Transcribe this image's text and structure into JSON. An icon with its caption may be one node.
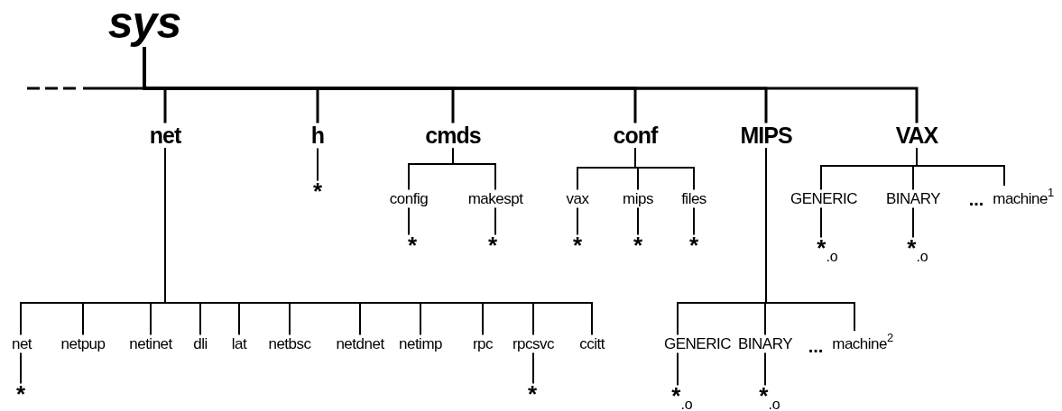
{
  "diagram": {
    "nodes": [
      {
        "text": [
          "sys"
        ]
      },
      {
        "text": [
          "net"
        ]
      },
      {
        "text": [
          "h"
        ]
      },
      {
        "text": [
          "cmds"
        ]
      },
      {
        "text": [
          "conf"
        ]
      },
      {
        "text": [
          "MIPS"
        ]
      },
      {
        "text": [
          "VAX"
        ]
      },
      {
        "text": [
          "*"
        ]
      },
      {
        "text": [
          "config"
        ]
      },
      {
        "text": [
          "makespt"
        ]
      },
      {
        "text": [
          "*"
        ]
      },
      {
        "text": [
          "*"
        ]
      },
      {
        "text": [
          "vax"
        ]
      },
      {
        "text": [
          "mips"
        ]
      },
      {
        "text": [
          "files"
        ]
      },
      {
        "text": [
          "*"
        ]
      },
      {
        "text": [
          "*"
        ]
      },
      {
        "text": [
          "*"
        ]
      },
      {
        "text": [
          "GENERIC"
        ]
      },
      {
        "text": [
          "BINARY"
        ]
      },
      {
        "text": [
          "machine$^{1}$"
        ]
      },
      {
        "text": [
          "*$_{.o}$"
        ]
      },
      {
        "text": [
          "*$_{.o}$"
        ]
      },
      {
        "text": [
          "net"
        ]
      },
      {
        "text": [
          "netpup"
        ]
      },
      {
        "text": [
          "netinet"
        ]
      },
      {
        "text": [
          "dli"
        ]
      },
      {
        "text": [
          "lat"
        ]
      },
      {
        "text": [
          "netbsc"
        ]
      },
      {
        "text": [
          "netdnet"
        ]
      },
      {
        "text": [
          "netimp"
        ]
      },
      {
        "text": [
          "rpc"
        ]
      },
      {
        "text": [
          "rpcsvc"
        ]
      },
      {
        "text": [
          "ccitt"
        ]
      },
      {
        "text": [
          "*"
        ]
      },
      {
        "text": [
          "*"
        ]
      },
      {
        "text": [
          "GENERIC"
        ]
      },
      {
        "text": [
          "BINARY"
        ]
      },
      {
        "text": [
          "machine$^{2}$"
        ]
      },
      {
        "text": [
          "*$_{.o}$"
        ]
      },
      {
        "text": [
          "*$_{.o}$"
        ]
      }
    ],
    "edges": [
      {
        "from": null,
        "to": 0,
        "arrow": "none",
        "style": "dashed"
      },
      {
        "from": 0,
        "to": 1,
        "arrow": "none"
      },
      {
        "from": 0,
        "to": 2,
        "arrow": "none"
      },
      {
        "from": 0,
        "to": 3,
        "arrow": "none"
      },
      {
        "from": 0,
        "to": 4,
        "arrow": "none"
      },
      {
        "from": 0,
        "to": 5,
        "arrow": "none"
      },
      {
        "from": 0,
        "to": 6,
        "arrow": "none"
      },
      {
        "from": 2,
        "to": 7,
        "arrow": "none"
      },
      {
        "from": 3,
        "to": 8,
        "arrow": "none"
      },
      {
        "from": 3,
        "to": 9,
        "arrow": "none"
      },
      {
        "from": 8,
        "to": 10,
        "arrow": "none"
      },
      {
        "from": 9,
        "to": 11,
        "arrow": "none"
      },
      {
        "from": 4,
        "to": 12,
        "arrow": "none"
      },
      {
        "from": 4,
        "to": 13,
        "arrow": "none"
      },
      {
        "from": 4,
        "to": 14,
        "arrow": "none"
      },
      {
        "from": 12,
        "to": 15,
        "arrow": "none"
      },
      {
        "from": 13,
        "to": 16,
        "arrow": "none"
      },
      {
        "from": 14,
        "to": 17,
        "arrow": "none"
      },
      {
        "from": 6,
        "to": 18,
        "arrow": "none"
      },
      {
        "from": 6,
        "to": 19,
        "arrow": "none"
      },
      {
        "from": 6,
        "to": 20,
        "arrow": "none"
      },
      {
        "from": 18,
        "to": 21,
        "arrow": "none"
      },
      {
        "from": 19,
        "to": 22,
        "arrow": "none"
      },
      {
        "from": 1,
        "to": 23,
        "arrow": "none"
      },
      {
        "from": 1,
        "to": 24,
        "arrow": "none"
      },
      {
        "from": 1,
        "to": 25,
        "arrow": "none"
      },
      {
        "from": 1,
        "to": 26,
        "arrow": "none"
      },
      {
        "from": 1,
        "to": 27,
        "arrow": "none"
      },
      {
        "from": 1,
        "to": 28,
        "arrow": "none"
      },
      {
        "from": 1,
        "to": 29,
        "arrow": "none"
      },
      {
        "from": 1,
        "to": 30,
        "arrow": "none"
      },
      {
        "from": 1,
        "to": 31,
        "arrow": "none"
      },
      {
        "from": 1,
        "to": 32,
        "arrow": "none"
      },
      {
        "from": 1,
        "to": 33,
        "arrow": "none"
      },
      {
        "from": 23,
        "to": 34,
        "arrow": "none"
      },
      {
        "from": 32,
        "to": 35,
        "arrow": "none"
      },
      {
        "from": 5,
        "to": 36,
        "arrow": "none"
      },
      {
        "from": 5,
        "to": 37,
        "arrow": "none"
      },
      {
        "from": 5,
        "to": 38,
        "arrow": "none"
      },
      {
        "from": 36,
        "to": 39,
        "arrow": "none"
      },
      {
        "from": 37,
        "to": 40,
        "arrow": "none"
      }
    ],
    "labels": [
      "...",
      "..."
    ]
  }
}
